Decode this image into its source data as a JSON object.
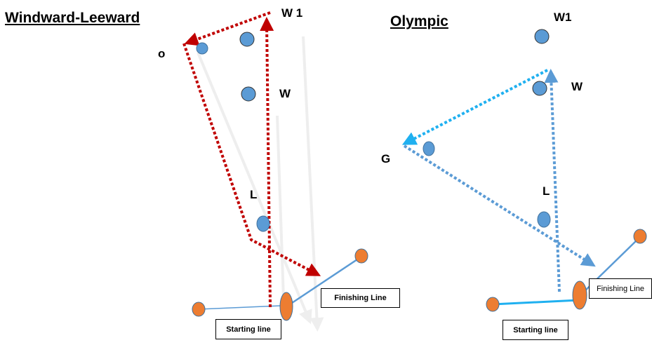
{
  "windward_leeward": {
    "title": "Windward-Leeward",
    "labels": {
      "w1": "W 1",
      "o": "o",
      "w": "W",
      "l": "L"
    },
    "starting_line": "Starting line",
    "finishing_line": "Finishing Line",
    "course_color": "#c00000"
  },
  "olympic": {
    "title": "Olympic",
    "labels": {
      "w1": "W1",
      "w": "W",
      "g": "G",
      "l": "L"
    },
    "starting_line": "Starting line",
    "finishing_line": "Finishing Line",
    "course_color": "#5b9bd5"
  },
  "colors": {
    "mark": "#5b9bd5",
    "line_mark": "#ed7d31",
    "line": "#5b9bd5",
    "ghost_arrow": "#eeeeee"
  }
}
